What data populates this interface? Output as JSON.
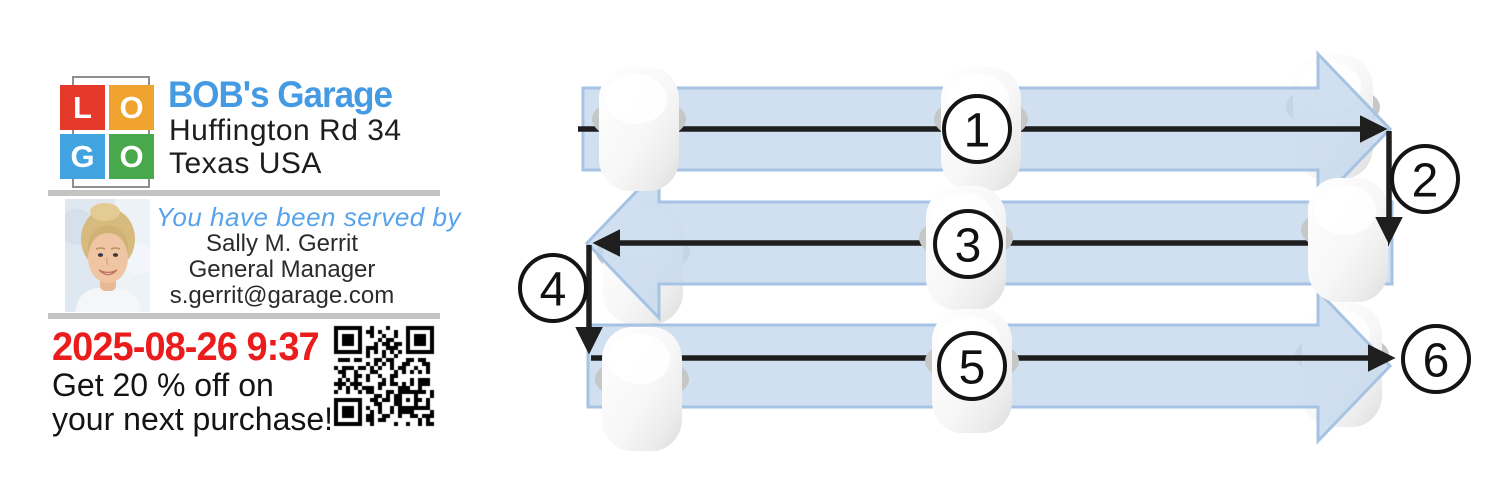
{
  "card": {
    "logo": {
      "cells": [
        {
          "letter": "L",
          "color": "#e4392b"
        },
        {
          "letter": "O",
          "color": "#f0a32e"
        },
        {
          "letter": "G",
          "color": "#41a3e0"
        },
        {
          "letter": "O",
          "color": "#4aa84c"
        }
      ],
      "frame_color": "#8f8f8f"
    },
    "business_name": "BOB's Garage",
    "address_line1": "Huffington Rd 34",
    "address_line2": "Texas USA",
    "served_by_label": "You have been served by",
    "employee_name": "Sally M. Gerrit",
    "employee_title": "General Manager",
    "employee_email": "s.gerrit@garage.com",
    "timestamp": "2025-08-26 9:37",
    "offer_line1": "Get 20 % off on",
    "offer_line2": "your next purchase!",
    "qr_icon": "qr-code",
    "photo_icon": "employee-portrait",
    "colors": {
      "name_blue": "#459ae4",
      "served_blue": "#56a3ea",
      "timestamp_red": "#ea1c1c",
      "divider_gray": "#c3c3c3"
    }
  },
  "diagram": {
    "steps": [
      {
        "label": "1"
      },
      {
        "label": "2"
      },
      {
        "label": "3"
      },
      {
        "label": "4"
      },
      {
        "label": "5"
      },
      {
        "label": "6"
      }
    ],
    "colors": {
      "band_fill": "#c5d8ee",
      "band_stroke": "#a6c3e4",
      "line": "#1e1e1e",
      "circle_fill": "#ffffff"
    }
  }
}
